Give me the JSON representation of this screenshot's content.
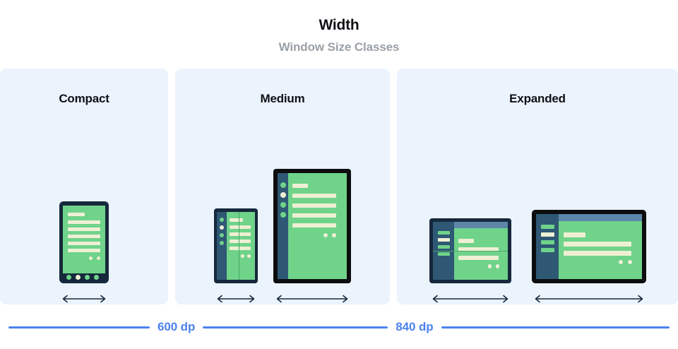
{
  "header": {
    "title": "Width",
    "subtitle": "Window Size Classes"
  },
  "colors": {
    "panel_bg": "#ebf3fd",
    "accent_blue": "#4c82ef",
    "device_frame_navy": "#16283c",
    "device_frame_black": "#0d0d0f",
    "screen_green": "#6fd38a",
    "content_cream": "#eef0d4",
    "rail_navy": "#2e5874",
    "topbar_blue": "#5c87a8",
    "title_black": "#0f1115",
    "subtitle_gray": "#9aa0a6"
  },
  "panels": [
    {
      "id": "compact",
      "title": "Compact",
      "devices": [
        {
          "id": "phone",
          "type": "phone-portrait",
          "arrow_label": "resize-arrow"
        }
      ]
    },
    {
      "id": "medium",
      "title": "Medium",
      "devices": [
        {
          "id": "foldable-unfolded",
          "type": "foldable-portrait",
          "arrow_label": "resize-arrow"
        },
        {
          "id": "tablet-portrait",
          "type": "tablet-portrait",
          "arrow_label": "resize-arrow"
        }
      ]
    },
    {
      "id": "expanded",
      "title": "Expanded",
      "devices": [
        {
          "id": "foldable-landscape",
          "type": "foldable-landscape",
          "arrow_label": "resize-arrow"
        },
        {
          "id": "tablet-landscape",
          "type": "tablet-landscape",
          "arrow_label": "resize-arrow"
        }
      ]
    }
  ],
  "scale": {
    "breakpoints": [
      {
        "label": "600 dp",
        "value": 600,
        "unit": "dp"
      },
      {
        "label": "840 dp",
        "value": 840,
        "unit": "dp"
      }
    ]
  }
}
